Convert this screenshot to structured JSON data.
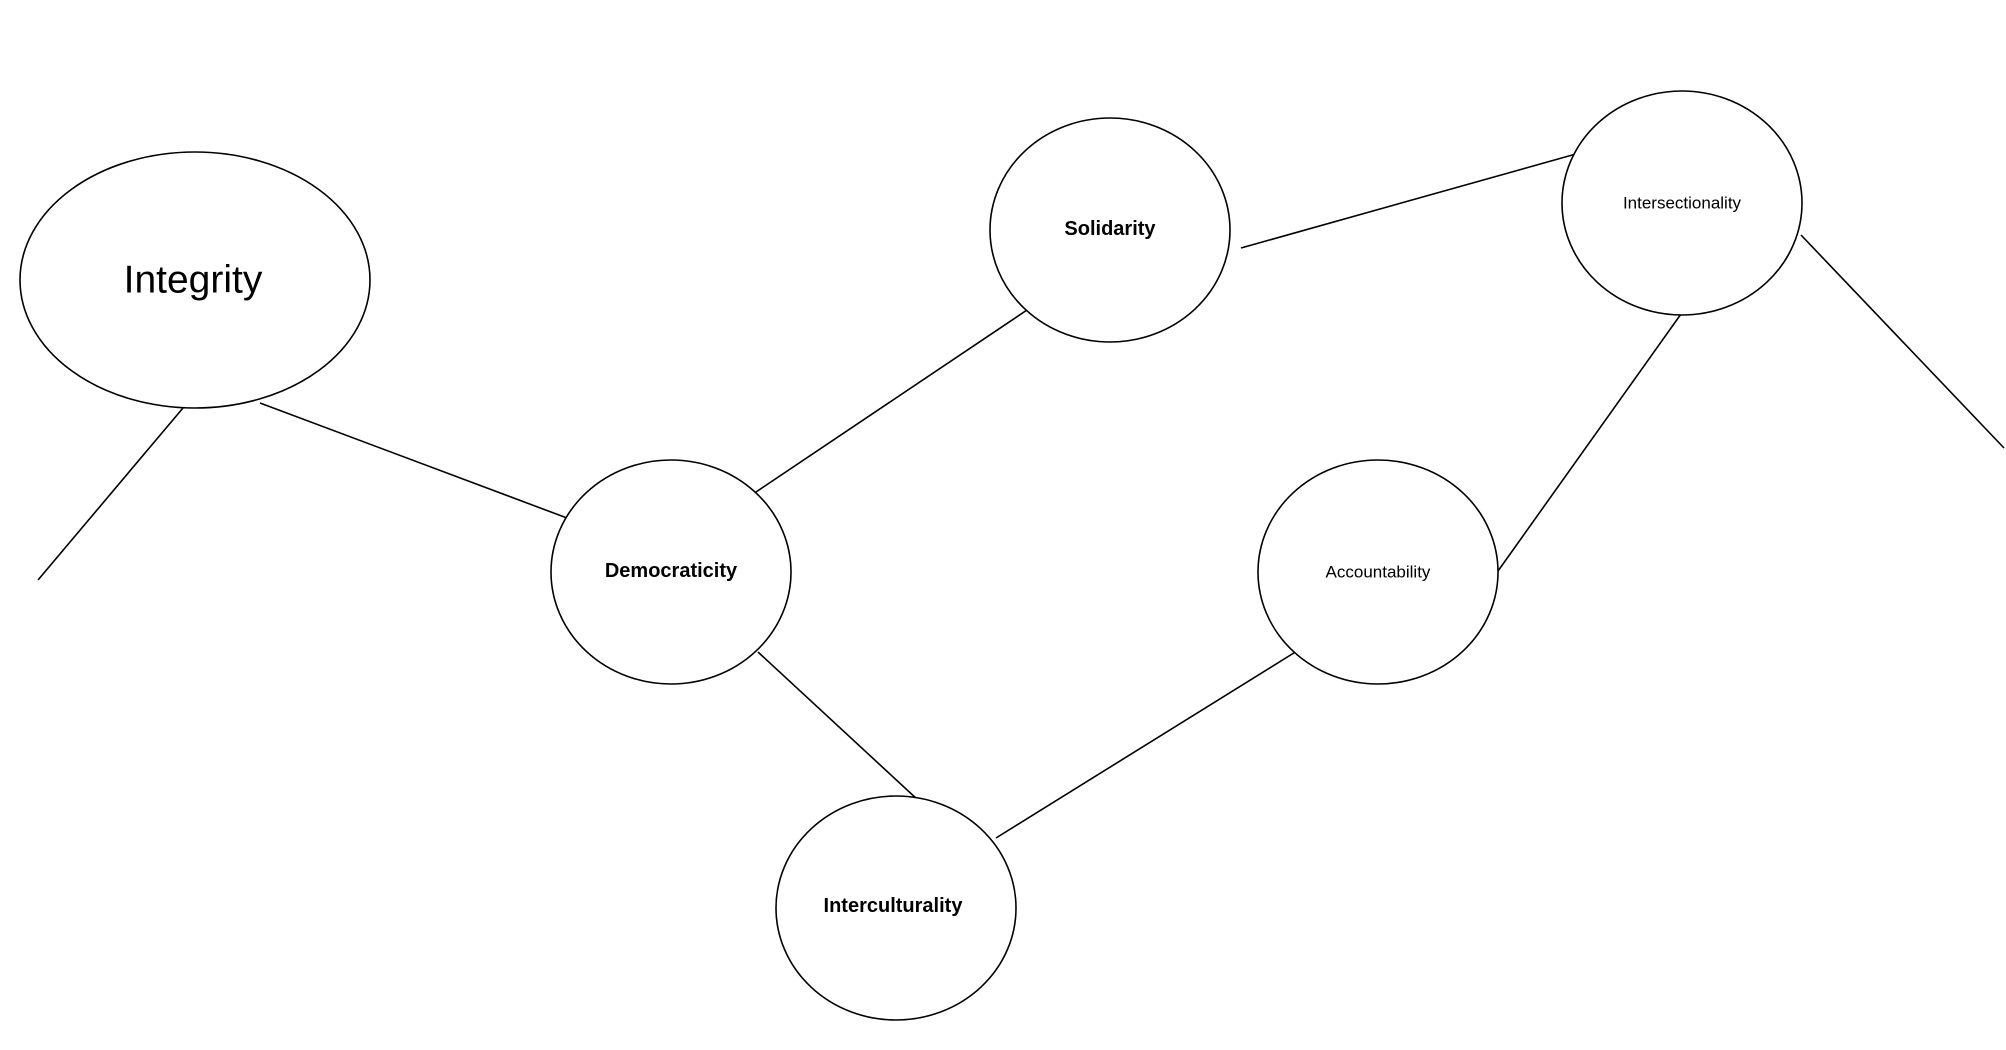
{
  "diagram": {
    "nodes": {
      "integrity": {
        "label": "Integrity"
      },
      "solidarity": {
        "label": "Solidarity"
      },
      "intersectionality": {
        "label": "Intersectionality"
      },
      "democraticity": {
        "label": "Democraticity"
      },
      "accountability": {
        "label": "Accountability"
      },
      "interculturality": {
        "label": "Interculturality"
      }
    },
    "edges": [
      {
        "from": "integrity",
        "to": "democraticity"
      },
      {
        "from": "democraticity",
        "to": "solidarity"
      },
      {
        "from": "solidarity",
        "to": "intersectionality"
      },
      {
        "from": "democraticity",
        "to": "interculturality"
      },
      {
        "from": "interculturality",
        "to": "accountability"
      },
      {
        "from": "accountability",
        "to": "intersectionality"
      }
    ],
    "colors": {
      "stroke": "#000000",
      "fill": "#ffffff",
      "background": "#ffffff"
    }
  }
}
